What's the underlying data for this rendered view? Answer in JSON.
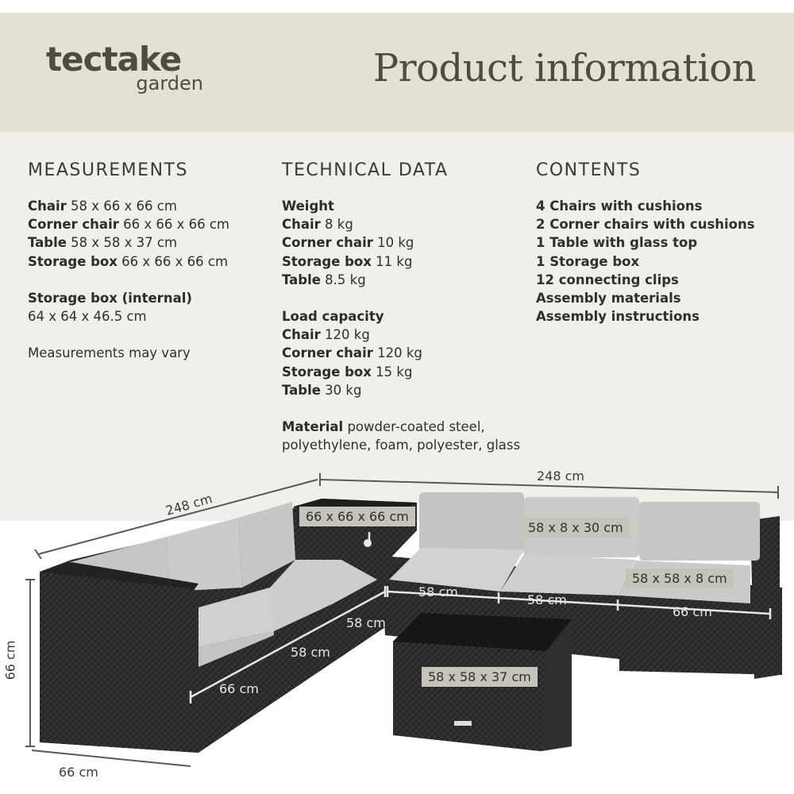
{
  "brand": {
    "name": "tectake",
    "sub": "garden"
  },
  "title": "Product information",
  "measurements": {
    "heading": "MEASUREMENTS",
    "rows": [
      {
        "label": "Chair",
        "value": " 58 x 66 x 66 cm"
      },
      {
        "label": "Corner chair",
        "value": " 66 x 66 x 66 cm"
      },
      {
        "label": "Table",
        "value": " 58 x 58 x 37 cm"
      },
      {
        "label": "Storage box",
        "value": " 66 x 66 x 66 cm"
      }
    ],
    "internal_label": "Storage box (internal)",
    "internal_value": "64 x 64 x 46.5 cm",
    "note": "Measurements may vary"
  },
  "technical": {
    "heading": "TECHNICAL DATA",
    "weight_heading": "Weight",
    "weight": [
      {
        "label": "Chair",
        "value": " 8 kg"
      },
      {
        "label": "Corner chair",
        "value": " 10 kg"
      },
      {
        "label": "Storage box",
        "value": " 11 kg"
      },
      {
        "label": "Table",
        "value": " 8.5 kg"
      }
    ],
    "load_heading": "Load capacity",
    "load": [
      {
        "label": "Chair",
        "value": " 120 kg"
      },
      {
        "label": "Corner chair",
        "value": " 120 kg"
      },
      {
        "label": "Storage box",
        "value": " 15 kg"
      },
      {
        "label": "Table",
        "value": " 30 kg"
      }
    ],
    "material_label": "Material",
    "material_line1": " powder-coated steel,",
    "material_line2": "polyethylene, foam, polyester, glass"
  },
  "contents": {
    "heading": "CONTENTS",
    "items": [
      "4 Chairs with cushions",
      "2 Corner chairs with cushions",
      "1 Table with glass top",
      "1 Storage box",
      "12 connecting clips",
      "Assembly materials",
      "Assembly instructions"
    ]
  },
  "dimensions": {
    "top_right": "248 cm",
    "top_left": "248 cm",
    "height": "66 cm",
    "depth": "66 cm",
    "box": "66 x 66 x 66 cm",
    "back_cushion": "58 x 8 x 30 cm",
    "seat_cushion": "58 x 58 x 8 cm",
    "right_58a": "58 cm",
    "right_58b": "58 cm",
    "right_66": "66 cm",
    "left_58a": "58 cm",
    "left_58b": "58 cm",
    "left_66": "66 cm",
    "table": "58 x 58 x 37 cm"
  },
  "colors": {
    "header_bg": "#e3e1d6",
    "info_bg": "#f0efe9",
    "brand": "#4d4c40",
    "label_bg": "#c6c4b8",
    "rattan": "#2a2a2a",
    "cushion": "#c9c9c9"
  }
}
